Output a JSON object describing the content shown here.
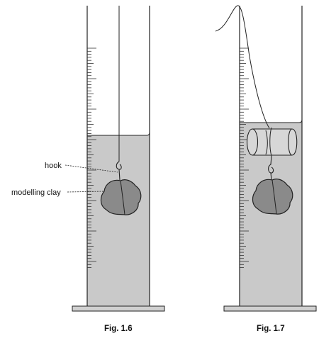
{
  "figures": {
    "fig_1_6": {
      "caption": "Fig. 1.6",
      "labels": {
        "hook": "hook",
        "modelling_clay": "modelling clay"
      }
    },
    "fig_1_7": {
      "caption": "Fig. 1.7"
    }
  },
  "colors": {
    "water": "#c9c9c9",
    "clay": "#8a8a8a",
    "line": "#222222",
    "cylinder_float": "#d7d7d7"
  }
}
